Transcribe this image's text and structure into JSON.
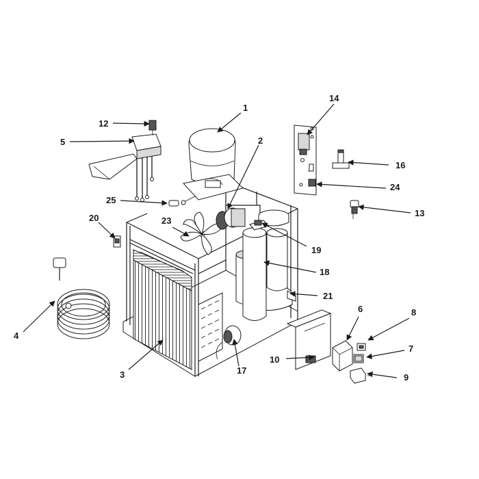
{
  "diagram": {
    "callouts": [
      {
        "id": "c1",
        "text": "1"
      },
      {
        "id": "c2",
        "text": "2"
      },
      {
        "id": "c3",
        "text": "3"
      },
      {
        "id": "c4",
        "text": "4"
      },
      {
        "id": "c5",
        "text": "5"
      },
      {
        "id": "c6",
        "text": "6"
      },
      {
        "id": "c7",
        "text": "7"
      },
      {
        "id": "c8",
        "text": "8"
      },
      {
        "id": "c9",
        "text": "9"
      },
      {
        "id": "c10",
        "text": "10"
      },
      {
        "id": "c12",
        "text": "12"
      },
      {
        "id": "c13",
        "text": "13"
      },
      {
        "id": "c14",
        "text": "14"
      },
      {
        "id": "c16",
        "text": "16"
      },
      {
        "id": "c17",
        "text": "17"
      },
      {
        "id": "c18",
        "text": "18"
      },
      {
        "id": "c19",
        "text": "19"
      },
      {
        "id": "c20",
        "text": "20"
      },
      {
        "id": "c21",
        "text": "21"
      },
      {
        "id": "c23",
        "text": "23"
      },
      {
        "id": "c24",
        "text": "24"
      },
      {
        "id": "c25",
        "text": "25"
      }
    ]
  }
}
